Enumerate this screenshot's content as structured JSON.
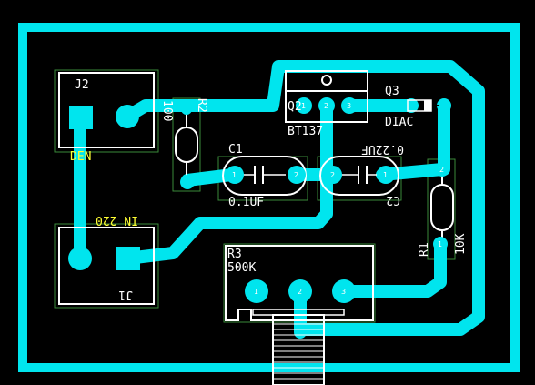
{
  "board": {
    "trace_color": "#00e5ee",
    "silk_color": "#ffffff",
    "label_color": "#ffff33",
    "background": "#000000"
  },
  "components": {
    "j2": {
      "ref": "J2",
      "label": "DEN"
    },
    "j1": {
      "ref": "J1",
      "label": "IN 220"
    },
    "q2": {
      "ref": "Q2",
      "value": "BT137",
      "pad_numbers": [
        "1",
        "2",
        "3"
      ]
    },
    "q3": {
      "ref": "Q3",
      "value": "DIAC"
    },
    "r2": {
      "ref": "R2",
      "value": "100"
    },
    "c1": {
      "ref": "C1",
      "value": "0.1UF",
      "pad_numbers": [
        "1",
        "2"
      ]
    },
    "c2": {
      "ref": "C2",
      "value": "0.22UF",
      "pad_numbers": [
        "2",
        "1"
      ]
    },
    "r1": {
      "ref": "R1",
      "value": "10K",
      "pad_numbers": [
        "2",
        "1"
      ]
    },
    "r3": {
      "ref": "R3",
      "value": "500K",
      "pad_numbers": [
        "1",
        "2",
        "3"
      ]
    }
  }
}
